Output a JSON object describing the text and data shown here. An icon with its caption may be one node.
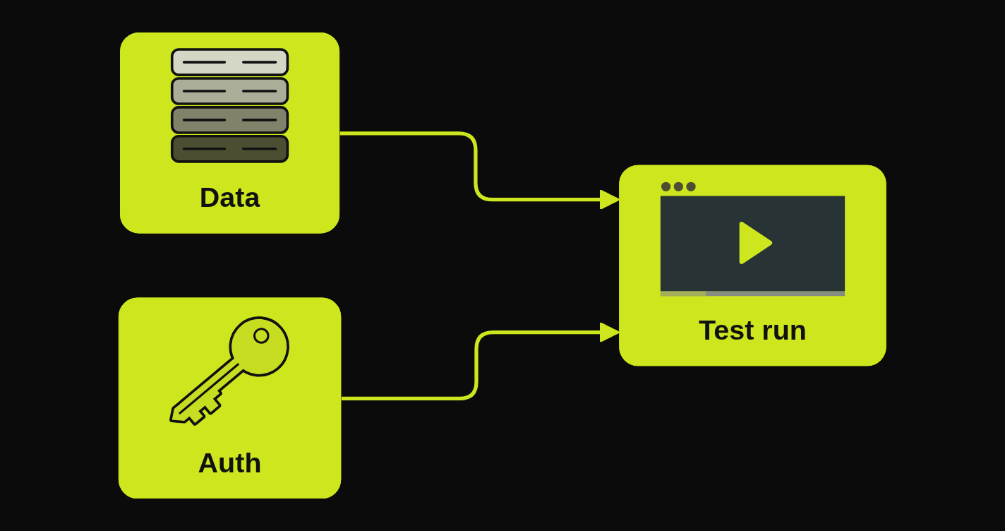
{
  "diagram": {
    "nodes": [
      {
        "text": [
          "Data"
        ]
      },
      {
        "text": [
          "Auth"
        ]
      },
      {
        "text": [
          "Test run"
        ]
      }
    ],
    "edges": [
      {
        "from": 0,
        "to": 2,
        "arrow": "to"
      },
      {
        "from": 1,
        "to": 2,
        "arrow": "to"
      }
    ]
  }
}
